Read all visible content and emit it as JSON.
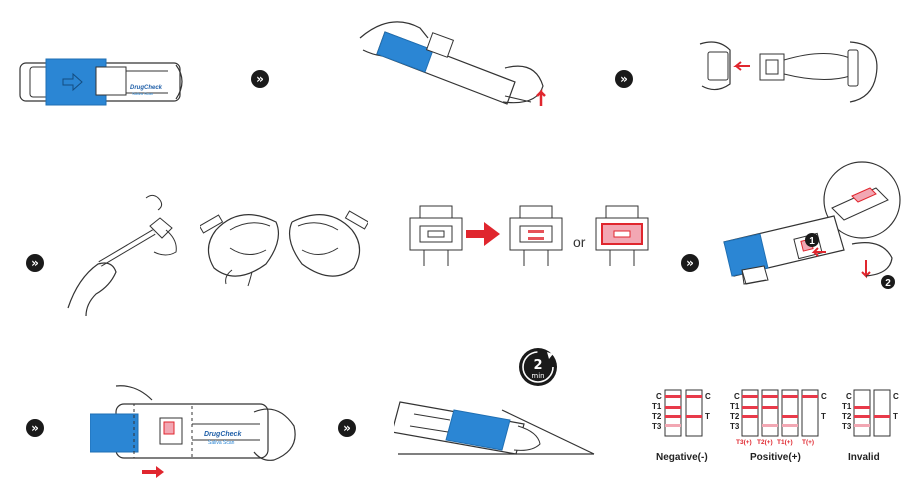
{
  "colors": {
    "brand_blue": "#2b86d4",
    "accent_red": "#e0262e",
    "line_red": "#e83a4a",
    "faint_red": "#f2a7b3",
    "dark": "#1a1a1a"
  },
  "icons": {
    "next_step": "double-chevron-icon"
  },
  "step_glyph": "»",
  "device_brand": {
    "name": "DrugCheck",
    "sub": "Saliva Scan"
  },
  "or_label": "or",
  "callouts": [
    "1",
    "2"
  ],
  "timer": {
    "value": "2",
    "unit": "min"
  },
  "strip_labels": {
    "c": "C",
    "t1": "T1",
    "t2": "T2",
    "t3": "T3",
    "t": "T"
  },
  "positive_tags": [
    "T3(+)",
    "T2(+)",
    "T1(+)",
    "T(+)"
  ],
  "result_labels": {
    "negative": "Negative(-)",
    "positive": "Positive(+)",
    "invalid": "Invalid"
  }
}
